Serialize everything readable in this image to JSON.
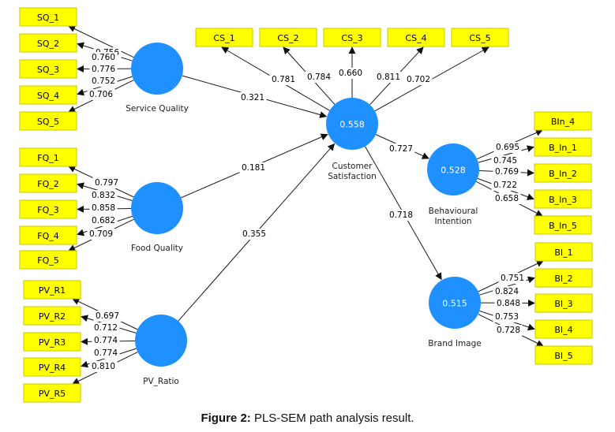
{
  "caption": {
    "label": "Figure 2:",
    "text": " PLS-SEM path analysis result."
  },
  "colors": {
    "indicator_fill": "#ffff00",
    "construct_fill": "#1e90ff",
    "edge": "#1a1a1a"
  },
  "constructs": [
    {
      "id": "SQ",
      "name": "Service Quality",
      "r2": ""
    },
    {
      "id": "FQ",
      "name": "Food Quality",
      "r2": ""
    },
    {
      "id": "PV",
      "name": "PV_Ratio",
      "r2": ""
    },
    {
      "id": "CS",
      "name": "Customer Satisfaction",
      "r2": "0.558"
    },
    {
      "id": "BIn",
      "name": "Behavioural Intention",
      "r2": "0.528"
    },
    {
      "id": "BI",
      "name": "Brand Image",
      "r2": "0.515"
    }
  ],
  "indicators": {
    "SQ": [
      {
        "label": "SQ_1",
        "loading": "0.756"
      },
      {
        "label": "SQ_2",
        "loading": "0.760"
      },
      {
        "label": "SQ_3",
        "loading": "0.776"
      },
      {
        "label": "SQ_4",
        "loading": "0.752"
      },
      {
        "label": "SQ_5",
        "loading": "0.706"
      }
    ],
    "FQ": [
      {
        "label": "FQ_1",
        "loading": "0.797"
      },
      {
        "label": "FQ_2",
        "loading": "0.832"
      },
      {
        "label": "FQ_3",
        "loading": "0.858"
      },
      {
        "label": "FQ_4",
        "loading": "0.682"
      },
      {
        "label": "FQ_5",
        "loading": "0.709"
      }
    ],
    "PV": [
      {
        "label": "PV_R1",
        "loading": "0.697"
      },
      {
        "label": "PV_R2",
        "loading": "0.712"
      },
      {
        "label": "PV_R3",
        "loading": "0.774"
      },
      {
        "label": "PV_R4",
        "loading": "0.774"
      },
      {
        "label": "PV_R5",
        "loading": "0.810"
      }
    ],
    "CS": [
      {
        "label": "CS_1",
        "loading": "0.781"
      },
      {
        "label": "CS_2",
        "loading": "0.784"
      },
      {
        "label": "CS_3",
        "loading": "0.660"
      },
      {
        "label": "CS_4",
        "loading": "0.811"
      },
      {
        "label": "CS_5",
        "loading": "0.702"
      }
    ],
    "BIn": [
      {
        "label": "BIn_4",
        "loading": "0.695"
      },
      {
        "label": "B_In_1",
        "loading": "0.745"
      },
      {
        "label": "B_In_2",
        "loading": "0.769"
      },
      {
        "label": "B_In_3",
        "loading": "0.722"
      },
      {
        "label": "B_In_5",
        "loading": "0.658"
      }
    ],
    "BI": [
      {
        "label": "BI_1",
        "loading": "0.751"
      },
      {
        "label": "BI_2",
        "loading": "0.824"
      },
      {
        "label": "BI_3",
        "loading": "0.848"
      },
      {
        "label": "BI_4",
        "loading": "0.753"
      },
      {
        "label": "BI_5",
        "loading": "0.728"
      }
    ]
  },
  "paths": [
    {
      "from": "SQ",
      "to": "CS",
      "coef": "0.321"
    },
    {
      "from": "FQ",
      "to": "CS",
      "coef": "0.181"
    },
    {
      "from": "PV",
      "to": "CS",
      "coef": "0.355"
    },
    {
      "from": "CS",
      "to": "BIn",
      "coef": "0.727"
    },
    {
      "from": "CS",
      "to": "BI",
      "coef": "0.718"
    }
  ]
}
